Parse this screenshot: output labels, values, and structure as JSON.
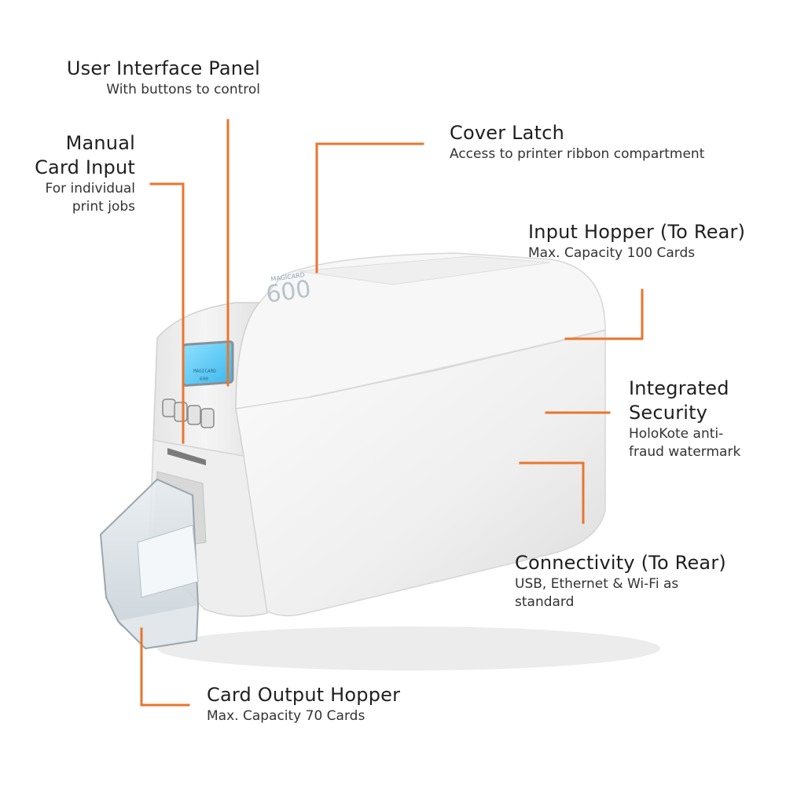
{
  "product": {
    "model_badge": "600",
    "brand_mark": "MAGICARD",
    "screen_text_1": "MAGICARD",
    "screen_text_2": "600"
  },
  "callouts": {
    "user_interface": {
      "title": "User Interface Panel",
      "subtitle": "With buttons to control"
    },
    "manual_card_input": {
      "title_line1": "Manual",
      "title_line2": "Card Input",
      "sub_line1": "For individual",
      "sub_line2": "print jobs"
    },
    "cover_latch": {
      "title": "Cover Latch",
      "subtitle": "Access to printer ribbon compartment"
    },
    "input_hopper": {
      "title": "Input Hopper (To Rear)",
      "subtitle": "Max. Capacity 100 Cards"
    },
    "integrated_security": {
      "title_line1": "Integrated",
      "title_line2": "Security",
      "sub_line1": "HoloKote anti-",
      "sub_line2": "fraud watermark"
    },
    "connectivity": {
      "title": "Connectivity (To Rear)",
      "sub_line1": "USB, Ethernet & Wi-Fi as",
      "sub_line2": "standard"
    },
    "card_output_hopper": {
      "title": "Card Output Hopper",
      "subtitle": "Max. Capacity 70 Cards"
    }
  },
  "colors": {
    "accent": "#e8762e",
    "screen": "#57c8f2",
    "body": "#f2f2f2"
  },
  "icons": {
    "device": "card-printer-illustration"
  }
}
